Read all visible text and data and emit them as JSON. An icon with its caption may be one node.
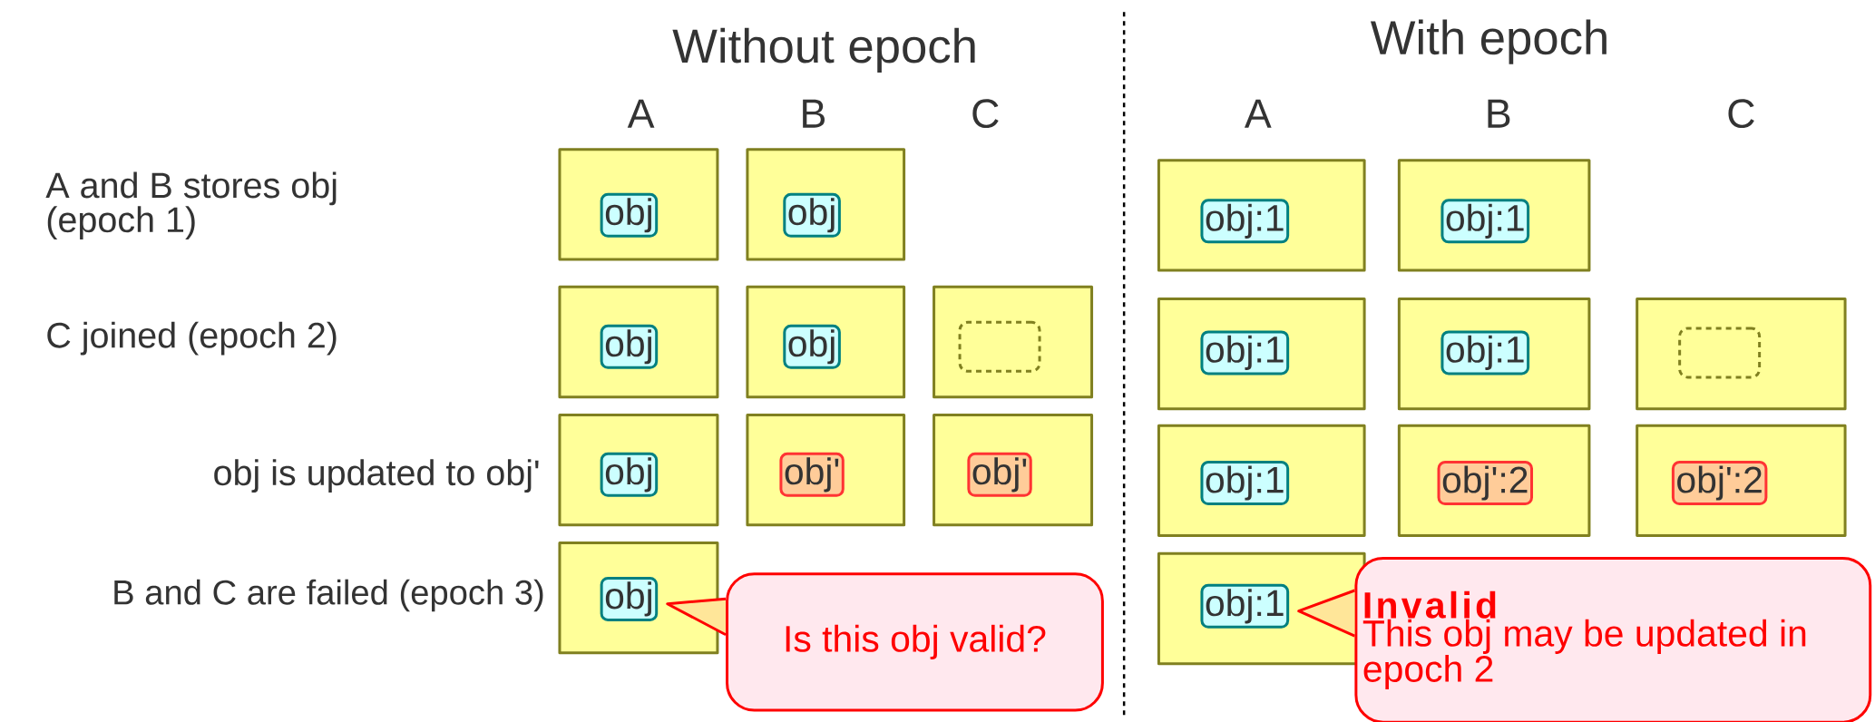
{
  "diagram": {
    "nodes": [
      {
        "text": [],
        "shape": "box"
      },
      {
        "text": [
          "obj"
        ],
        "in": 0
      },
      {
        "text": [],
        "shape": "box"
      },
      {
        "text": [
          "obj"
        ],
        "in": 2
      },
      {
        "text": [],
        "shape": "box"
      },
      {
        "text": [
          "obj"
        ],
        "in": 4
      },
      {
        "text": [],
        "shape": "box"
      },
      {
        "text": [
          "obj"
        ],
        "in": 6
      },
      {
        "text": [],
        "shape": "box"
      },
      {
        "text": [],
        "shape": "box",
        "in": 8
      },
      {
        "text": [],
        "shape": "box"
      },
      {
        "text": [
          "obj"
        ],
        "in": 10
      },
      {
        "text": [],
        "shape": "box"
      },
      {
        "text": [
          "obj'"
        ],
        "in": 12
      },
      {
        "text": [],
        "shape": "box"
      },
      {
        "text": [
          "obj'"
        ],
        "in": 14
      },
      {
        "text": [],
        "shape": "box"
      },
      {
        "text": [
          "obj"
        ],
        "in": 16
      },
      {
        "text": [
          "Is this obj valid?"
        ]
      },
      {
        "text": [],
        "shape": "box"
      },
      {
        "text": [
          "obj:1"
        ],
        "in": 19
      },
      {
        "text": [],
        "shape": "box"
      },
      {
        "text": [
          "obj:1"
        ],
        "in": 21
      },
      {
        "text": [],
        "shape": "box"
      },
      {
        "text": [
          "obj:1"
        ],
        "in": 23
      },
      {
        "text": [],
        "shape": "box"
      },
      {
        "text": [
          "obj:1"
        ],
        "in": 25
      },
      {
        "text": [],
        "shape": "box"
      },
      {
        "text": [],
        "shape": "box",
        "in": 27
      },
      {
        "text": [],
        "shape": "box"
      },
      {
        "text": [
          "obj:1"
        ],
        "in": 29
      },
      {
        "text": [],
        "shape": "box"
      },
      {
        "text": [
          "obj':2"
        ],
        "in": 31
      },
      {
        "text": [],
        "shape": "box"
      },
      {
        "text": [
          "obj':2"
        ],
        "in": 33
      },
      {
        "text": [],
        "shape": "box"
      },
      {
        "text": [
          "obj:1"
        ],
        "in": 35
      },
      {
        "text": [
          "Invalid",
          "This obj may be updated in epoch 2"
        ]
      }
    ],
    "edges": [
      {
        "from": 18,
        "to": 17,
        "arrow": "to"
      },
      {
        "from": 37,
        "to": 36,
        "arrow": "to"
      }
    ],
    "labels": [
      "Without epoch",
      "With epoch",
      "A",
      "B",
      "C",
      "A",
      "B",
      "C",
      "A and B stores obj (epoch 1)",
      "C joined (epoch 2)",
      "obj is updated to obj'",
      "B and C are failed (epoch 3)"
    ]
  }
}
